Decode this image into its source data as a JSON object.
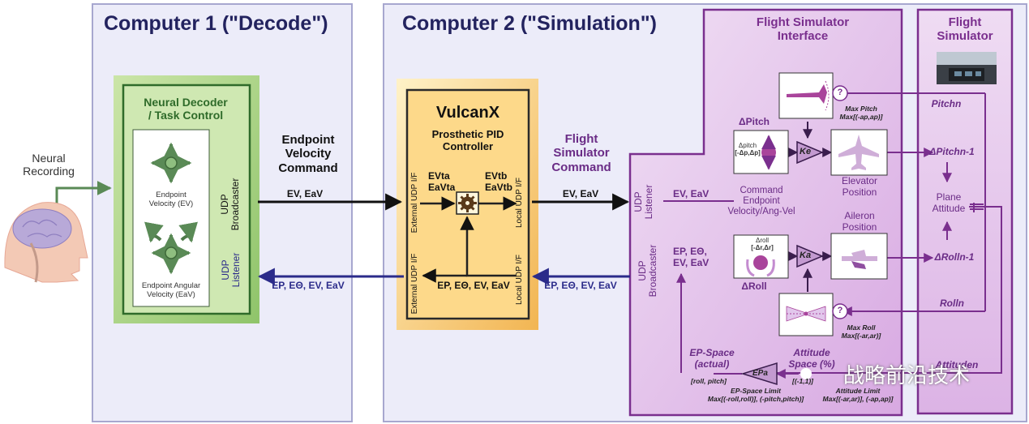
{
  "computer1": {
    "title": "Computer 1 (\"Decode\")",
    "neural_recording": [
      "Neural",
      "Recording"
    ],
    "decoder_title": [
      "Neural Decoder",
      "/ Task Control"
    ],
    "endpoint_velocity": [
      "Endpoint",
      "Velocity (EV)"
    ],
    "endpoint_angular": [
      "Endpoint Angular",
      "Velocity (EaV)"
    ],
    "udp_broadcaster": [
      "UDP",
      "Broadcaster"
    ],
    "udp_listener": [
      "UDP",
      "Listener"
    ]
  },
  "computer2": {
    "title": "Computer 2 (\"Simulation\")",
    "vulcanx": "VulcanX",
    "pid_title": [
      "Prosthetic PID",
      "Controller"
    ],
    "ev_ta": "EVta",
    "eav_ta": "EaVta",
    "ev_tb": "EVtb",
    "eav_tb": "EaVtb",
    "external_udp": "External UDP I/F",
    "local_udp": "Local UDP I/F",
    "ep_bottom": "EP, EΘ, EV, EaV"
  },
  "links": {
    "endpoint_cmd": [
      "Endpoint",
      "Velocity",
      "Command"
    ],
    "ev_eav_1": "EV, EaV",
    "ep_back_1": "EP, EΘ, EV, EaV",
    "flight_cmd": [
      "Flight",
      "Simulator",
      "Command"
    ],
    "ev_eav_2": "EV, EaV",
    "ep_back_2": "EP, EΘ, EV, EaV"
  },
  "fsi": {
    "title": [
      "Flight Simulator",
      "Interface"
    ],
    "udp_listener": [
      "UDP",
      "Listener"
    ],
    "udp_broadcaster": [
      "UDP",
      "Broadcaster"
    ],
    "ev_eav": "EV, EaV",
    "ep_list": [
      "EP, EΘ,",
      "EV, EaV"
    ],
    "delta_pitch": "ΔPitch",
    "delta_pitch_small": "Δpitch",
    "delta_pitch_range": "[-Δp,Δp]",
    "delta_roll": "ΔRoll",
    "delta_roll_small": "Δroll",
    "delta_roll_range": "[-Δr,Δr]",
    "ke": "Ke",
    "ka": "Ka",
    "epa": "EPa",
    "command_label": [
      "Command",
      "Endpoint",
      "Velocity/Ang-Vel"
    ],
    "elevator": [
      "Elevator",
      "Position"
    ],
    "aileron": [
      "Aileron",
      "Position"
    ],
    "question": "?",
    "max_pitch": [
      "Max Pitch",
      "Max[(-ap,ap)]"
    ],
    "max_roll": [
      "Max Roll",
      "Max[(-ar,ar)]"
    ],
    "ep_space": [
      "EP-Space",
      "(actual)"
    ],
    "roll_pitch": "[roll, pitch]",
    "ep_limit": [
      "EP-Space Limit",
      "Max[(-roll,roll)], (-pitch,pitch)]"
    ],
    "attitude_space": [
      "Attitude",
      "Space (%)"
    ],
    "attitude_range": "[(-1,1)]",
    "attitude_limit": [
      "Attitude Limit",
      "Max[(-ar,ar)], (-ap,ap)]"
    ]
  },
  "fs": {
    "title": [
      "Flight",
      "Simulator"
    ],
    "pitch_n": "Pitchn",
    "delta_pitch_n1": "ΔPitchn-1",
    "plane_attitude": [
      "Plane",
      "Attitude"
    ],
    "delta_roll_n1": "ΔRolln-1",
    "roll_n": "Rolln",
    "attitude_n": "Attituden"
  },
  "watermark": "战略前沿技术",
  "colors": {
    "navy": "#23235f",
    "purple": "#7a2f8e",
    "green_dark": "#2f6b2a",
    "amber": "#f4c165",
    "panel_blue": "#ececf9",
    "panel_purple": "#e5c8ec"
  }
}
